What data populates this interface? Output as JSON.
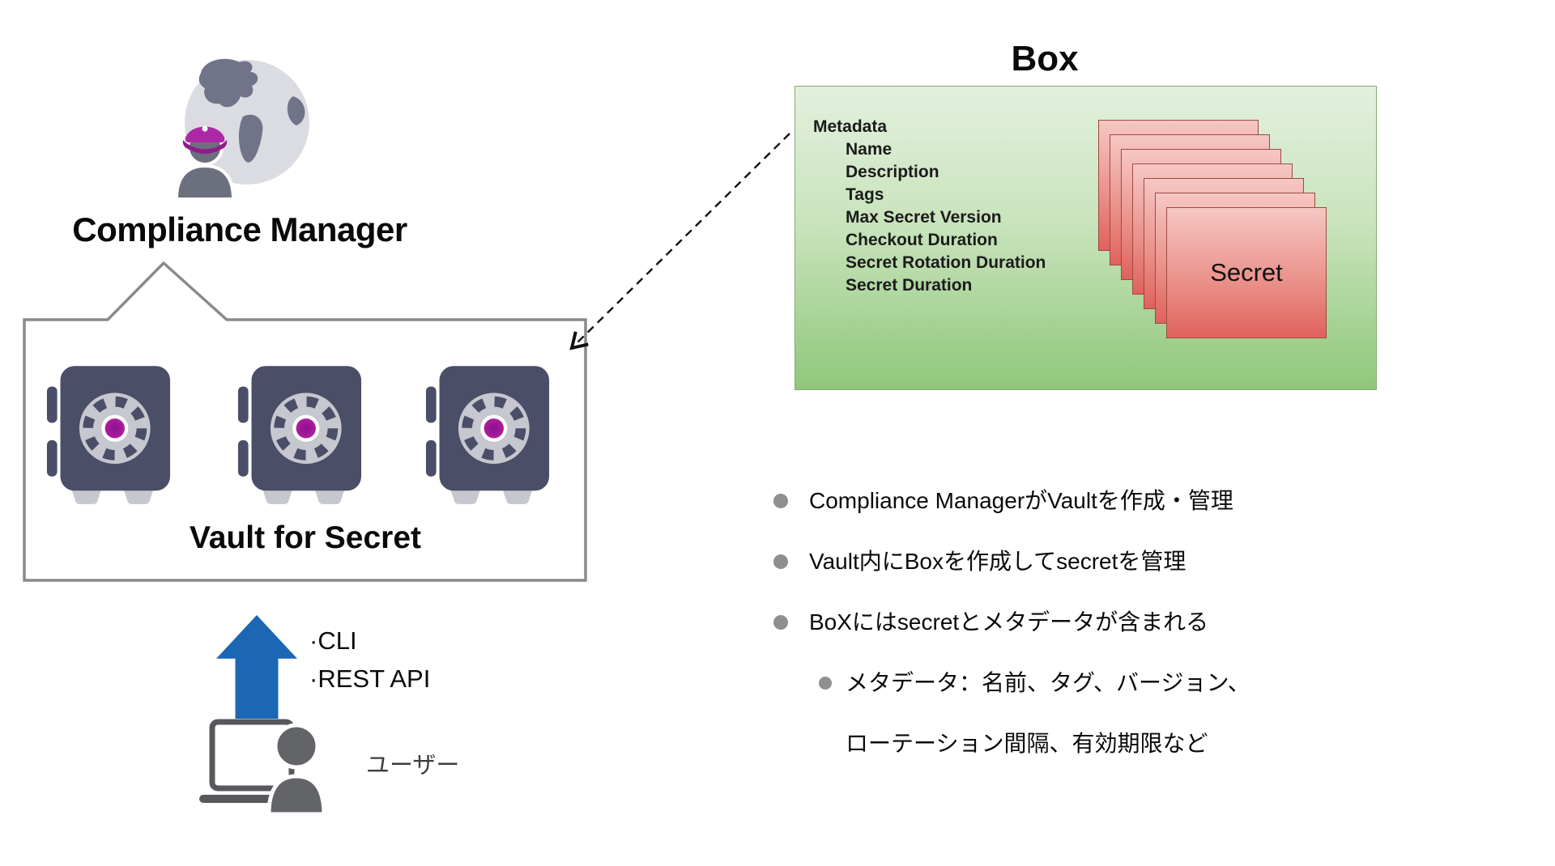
{
  "left": {
    "compliance_manager_label": "Compliance Manager",
    "vault_label": "Vault for Secret",
    "api_items": [
      "·CLI",
      "·REST API"
    ],
    "user_label": "ユーザー"
  },
  "box": {
    "title": "Box",
    "metadata_title": "Metadata",
    "metadata_items": [
      "Name",
      "Description",
      "Tags",
      "Max Secret Version",
      "Checkout Duration",
      "Secret Rotation Duration",
      "Secret Duration"
    ],
    "secret_label": "Secret",
    "secret_card_count": 7
  },
  "bullets": [
    {
      "level": 1,
      "text": "Compliance ManagerがVaultを作成・管理"
    },
    {
      "level": 1,
      "text": "Vault内にBoxを作成してsecretを管理"
    },
    {
      "level": 1,
      "text": "BoXにはsecretとメタデータが含まれる"
    },
    {
      "level": 2,
      "text": "メタデータ：名前、タグ、バージョン、"
    },
    {
      "level": 2,
      "bullet": false,
      "text": "ローテーション間隔、有効期限など"
    }
  ],
  "colors": {
    "safe_body": "#4b4e67",
    "dial_gray": "#c6c7cf",
    "dial_center": "#9c1693",
    "arrow_blue": "#1b67b3",
    "box_green_top": "#e3f0dd",
    "box_green_bottom": "#90c77a",
    "secret_card_top": "#f6c7c3",
    "secret_card_bottom": "#e0625c",
    "secret_card_border": "#9c4a42",
    "outline_gray": "#8a8a8a",
    "bullet_gray": "#8f8f8f",
    "hat_magenta": "#ac28a4"
  }
}
